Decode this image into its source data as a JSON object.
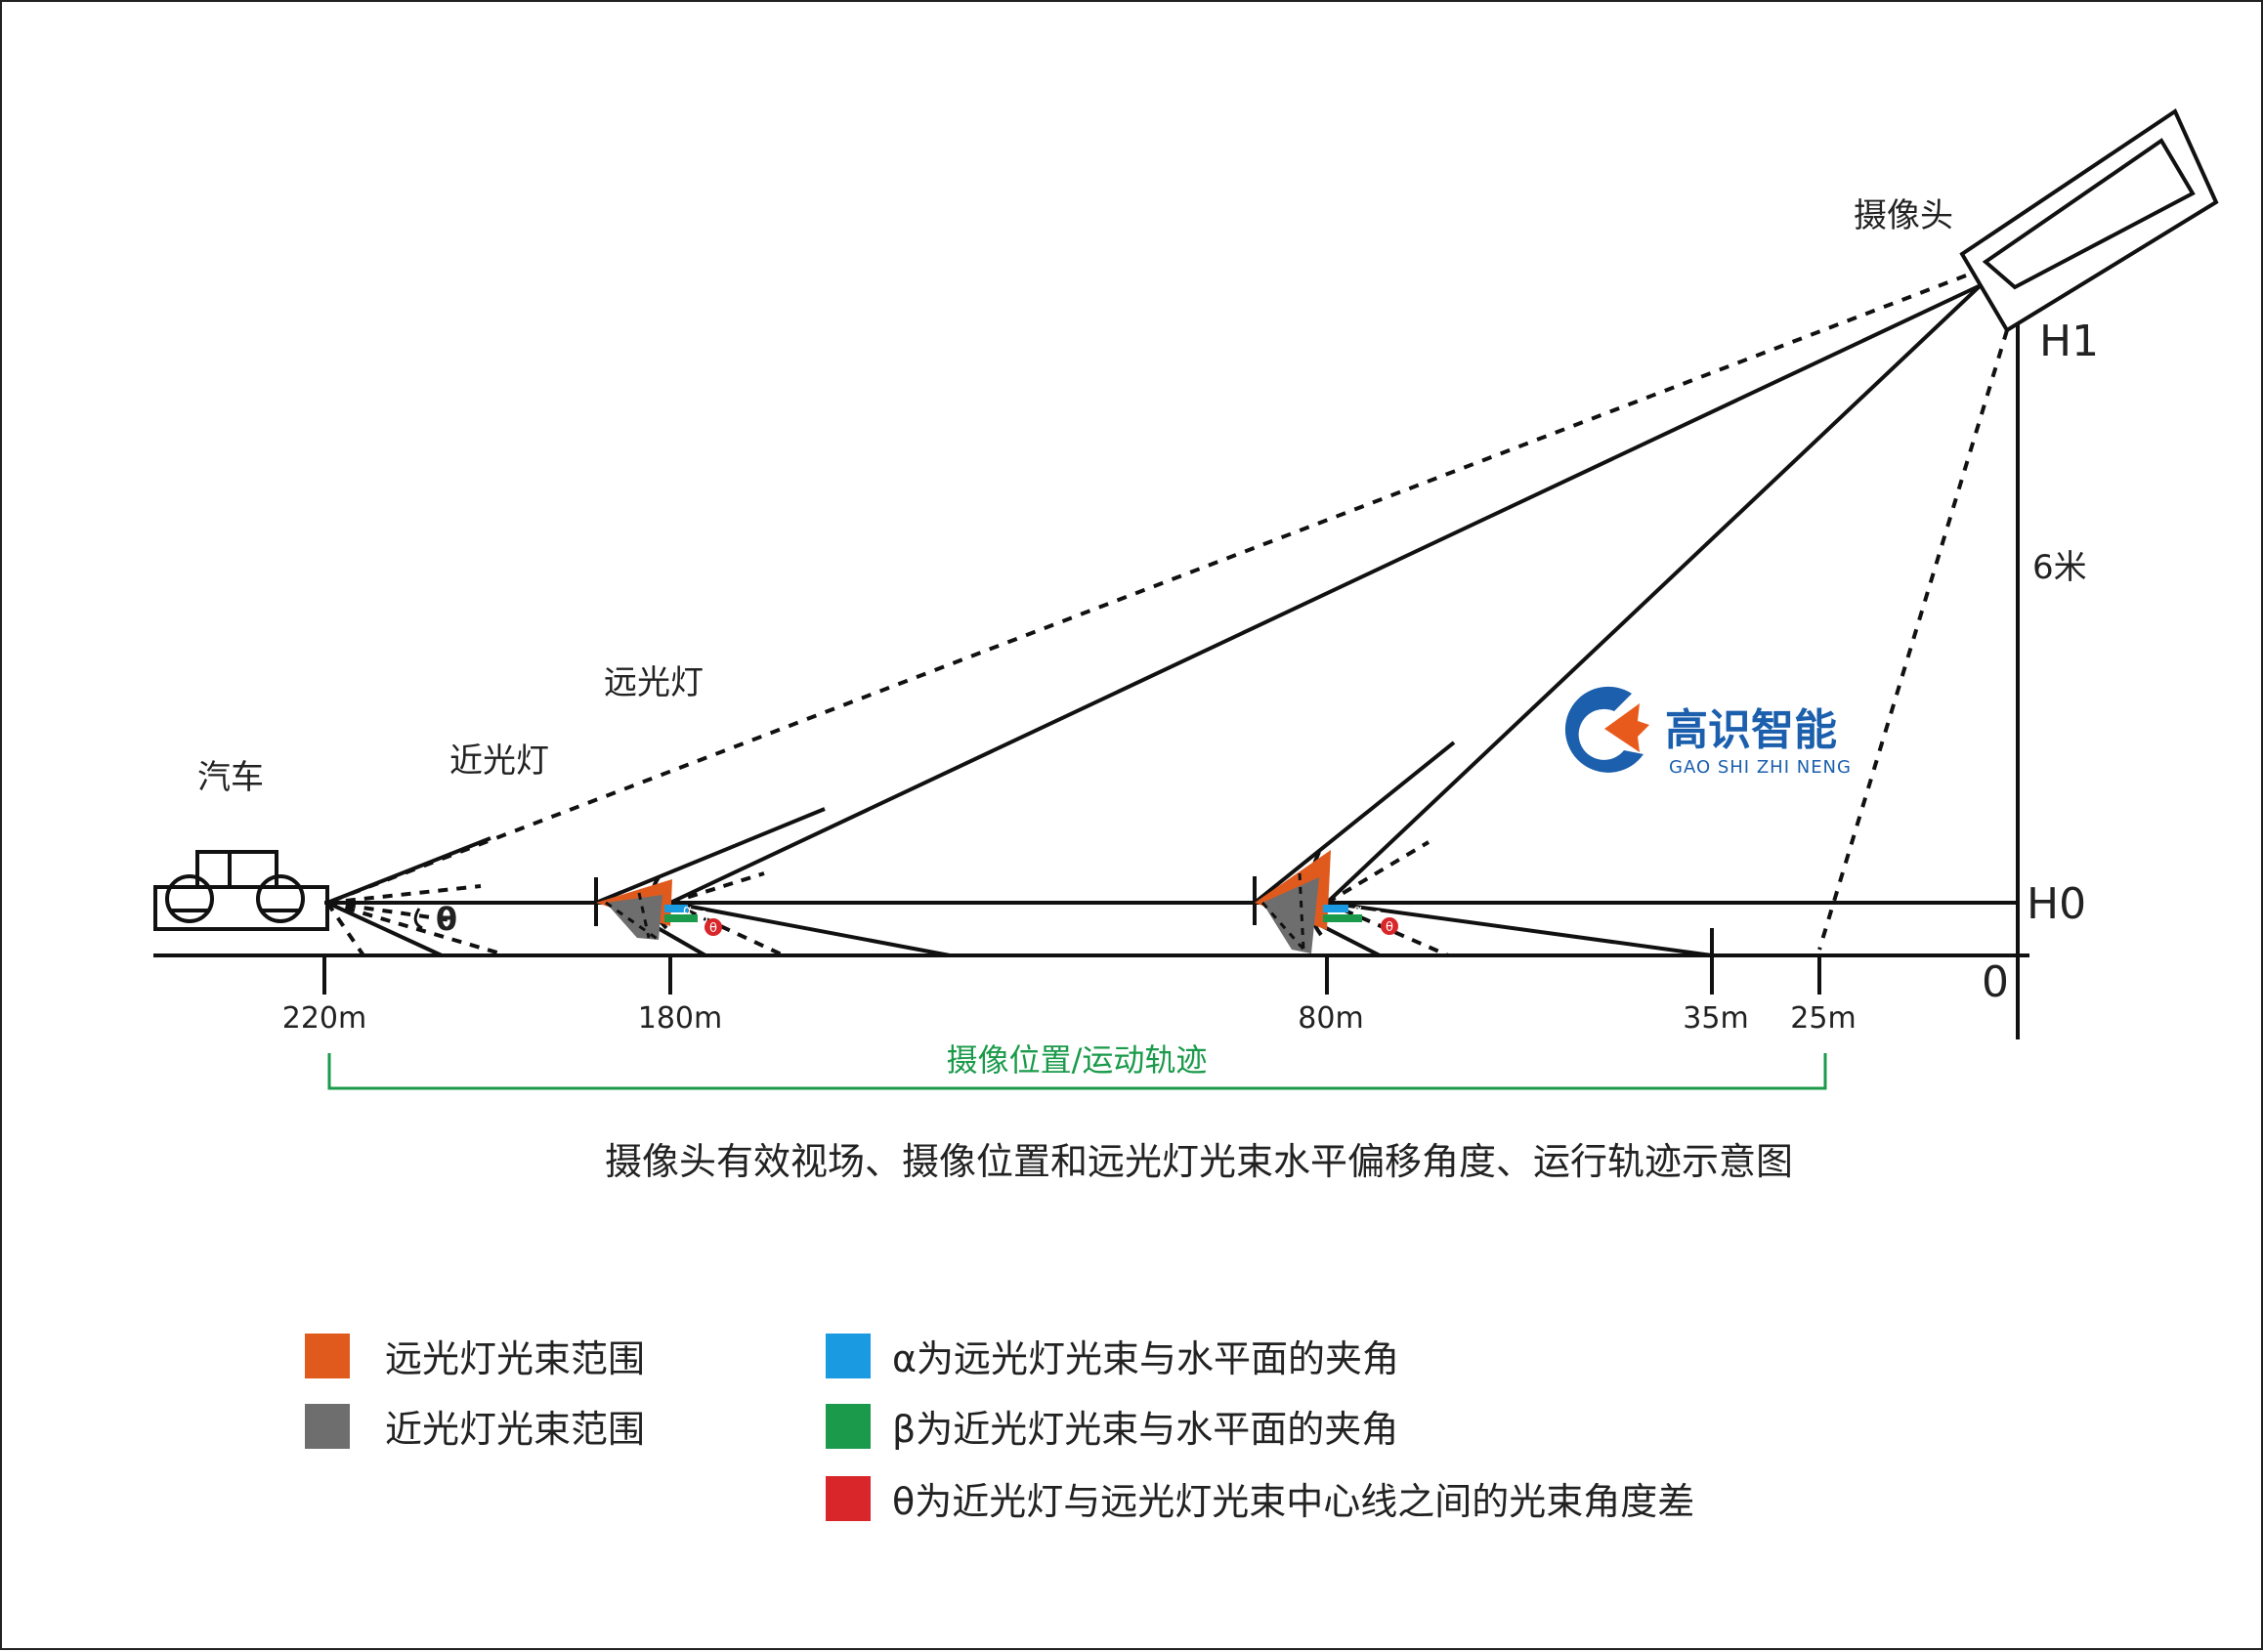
{
  "labels": {
    "car": "汽车",
    "low_beam": "近光灯",
    "high_beam": "远光灯",
    "camera": "摄像头",
    "h1": "H1",
    "h0": "H0",
    "zero": "0",
    "height": "6米",
    "theta": "θ",
    "alpha": "α",
    "beta": "β",
    "theta_small": "θ",
    "trajectory": "摄像位置/运动轨迹",
    "title": "摄像头有效视场、摄像位置和远光灯光束水平偏移角度、运行轨迹示意图"
  },
  "distances": [
    "220m",
    "180m",
    "80m",
    "35m",
    "25m"
  ],
  "logo": {
    "name_cn": "高识智能",
    "name_en": "GAO SHI ZHI NENG"
  },
  "legend": [
    {
      "text": "远光灯光束范围",
      "color": "#e05a1e"
    },
    {
      "text": "近光灯光束范围",
      "color": "#6e6e6e"
    },
    {
      "text": "α为远光灯光束与水平面的夹角",
      "color": "#1a9ae0"
    },
    {
      "text": "β为近光灯光束与水平面的夹角",
      "color": "#1a9a4a"
    },
    {
      "text": "θ为近光灯与远光灯光束中心线之间的光束角度差",
      "color": "#d8262a"
    }
  ],
  "colors": {
    "high_beam": "#e05a1e",
    "low_beam": "#6e6e6e",
    "alpha": "#1a9ae0",
    "beta": "#1a9a4a",
    "theta": "#d8262a",
    "trajectory": "#1a9a4a",
    "logo_blue": "#1b5fad",
    "logo_orange": "#e85a1c"
  }
}
